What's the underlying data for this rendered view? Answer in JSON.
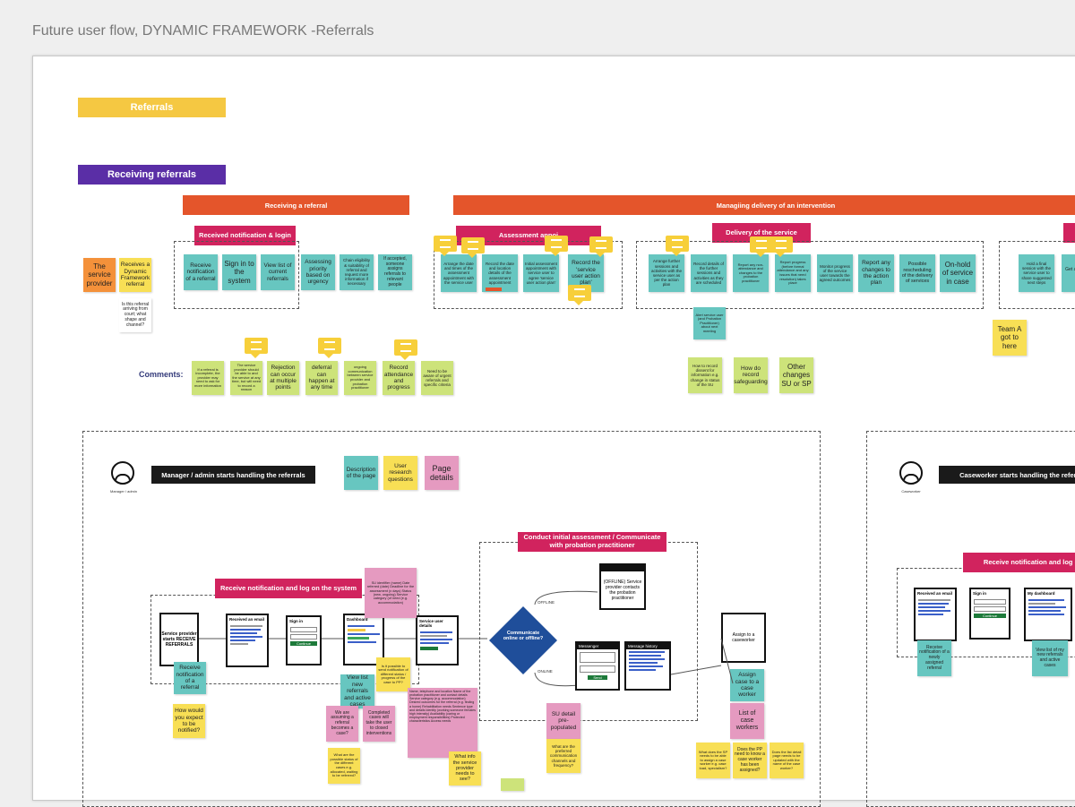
{
  "title": "Future user flow, DYNAMIC FRAMEWORK -Referrals",
  "labels": {
    "referrals": "Referrals",
    "receiving_referrals": "Receiving referrals",
    "receiving_a_referral": "Receiving a referral",
    "managing_delivery": "Managiing delivery of an intervention",
    "received_notification_login": "Received notification & login",
    "assessment_appointment": "Assessment appoi",
    "delivery_of_the_service": "Delivery of the service",
    "comments": "Comments:",
    "manager_starts": "Manager / admin starts handling the referrals",
    "manager_admin": "Manager / admin",
    "caseworker_starts": "Caseworker starts handling the referrals",
    "caseworker": "Caseworker",
    "conduct_initial": "Conduct initial assessment / Communicate with probation practitioner",
    "receive_notification_log_on": "Receive notification and log on the system",
    "receive_notification_log_on_2": "Receive notification and log on the",
    "offline": "OFFLINE",
    "online": "ONLINE"
  },
  "stickies_top": {
    "service_provider": "The service provider",
    "receives_dynamic": "Receives a Dynamic Framework referral",
    "is_this_referral": "Is this referral arriving from court; what shape and channel?",
    "receive_notification": "Receive notification of a referral",
    "sign_in": "Sign in to the system",
    "view_list": "View list of current referrals",
    "assessing_priority": "Assessing priority based on urgency",
    "chain_eligibility": "Chain eligibility & suitability of referral and request more information if necessary",
    "if_accepted": "If accepted, someone assigns referrals to relevant people",
    "arrange_date": "Arrange the date and times of the assessment appointment with the service user",
    "record_date": "Record the date and location details of the assessment appointment",
    "initial_assessment": "Initial assessment appointment with service user to agree 'service user action plan'",
    "record_action_plan": "Record the 'service user action plan'",
    "arrange_further": "Arrange further sessions and activities with the service user as per the action plan",
    "record_details": "Record details of the further sessions and activities as they are scheduled",
    "report_any_non_attendance": "Report any non-attendance and changes to the probation practitioner",
    "report_progress": "Report progress (before formal attendance and any issues that need resolution) takes place",
    "monitor_progress": "Monitor progress of the service user towards the agreed outcomes",
    "report_any_changes": "Report any changes to the action plan",
    "possible_rescheduling": "Possible rescheduling of the delivery of services",
    "on_hold": "On-hold of service in case",
    "hold_final": "Hold a final session with the service user to share suggested next steps",
    "get_end": "Get and of the the",
    "alert_service": "Alert service user (and Probation Practitioner) about next meeting",
    "how_to_record": "How to record dissent for information e.g. change in status of the SU",
    "how_do_record": "How do record safeguarding",
    "other_changes": "Other changes SU or SP",
    "team_a": "Team A got to here"
  },
  "comments_row": {
    "c1": "If a referral is incomplete, the provider may need to ask for more information",
    "c2": "The service provider should be able to and the service at any time, but will need to record a reason",
    "c3": "Rejection can occur at multiple points",
    "c4": "deferral can happen at any time",
    "c5": "ongoing communication between service provider and probation practitioner",
    "c6": "Record attendance and progress",
    "c7": "Need to be aware of urgent referrals and specific criteria"
  },
  "legend": {
    "description": "Description of the page",
    "user_research": "User research questions",
    "page_details": "Page details"
  },
  "flow": {
    "service_provider_starts": "Service provider starts RECEIVE REFERRALS",
    "received_an_email": "Received an email",
    "sign_in": "Sign in",
    "continue": "Continue",
    "dashboard": "Dashboard",
    "service_user_details": "Service user details",
    "communicate": "Communicate online or offline?",
    "offline_box": "(OFFLINE) Service provider contacts the probation practitioner",
    "messenger": "Messenger",
    "message_history": "Message history",
    "send": "Send",
    "assign_caseworker": "Assign to a caseworker",
    "receive_notification": "Receive notification of a referral",
    "how_would_you_expect": "How would you expect to be notified?",
    "view_list_new": "View list new referrals and active cases",
    "is_it_possible": "Is it possible to send notification of different status / progress of the case to PP?",
    "su_identifier": "SU identifier (name) Date referred (date) Deadline for the assessment (x days) Status (new, ongoing) Service category (of need (e.g. accommodation)",
    "we_are_assuming": "We are assuming a referral becomes a case?",
    "completed_cases": "Completed cases will take the user to closed interventions",
    "name_telephone": "Name, telephone and location Name of the probation practitioner and contact details Service category (e.g. accommodation) Desired outcomes for the referral (e.g. finding a home) Rehabilitation needs Sentence type and details Identity (working someone females high intensity) Availability (caring or employment responsibilities) Protected characteristics Access needs",
    "what_are_the_possible": "What are the possible status of the different cases e.g. allocated, waiting to be referred?",
    "su_detail": "SU detail pre-populated",
    "what_are_preferred": "What are the preferred communication channels and frequency?",
    "what_info": "What info the service provider needs to see?",
    "assign_case": "Assign case to a case worker",
    "list_case_workers": "List of case workers",
    "what_does_sp": "What does the SP needs to be able to assign a case worker e.g. case load, specialism?",
    "does_pp_need": "Does the PP need to know a case worker has been assigned?",
    "does_list": "Does the list detail page needs to be updated with the name of the case worker?",
    "received_an_email_2": "Received an email",
    "sign_in_2": "Sign in",
    "continue_2": "Continue",
    "my_dashboard": "My dashboard",
    "receive_notification_newly": "Receive notification of a newly assigned referral",
    "view_list_my_new": "View list of my new referrals and active cases"
  },
  "colors": {
    "teal": "#67c6c0",
    "orange": "#f4913a",
    "yellow": "#f8df55",
    "green": "#cde37a",
    "pink": "#e59ac0",
    "bar_orange": "#e4552b",
    "bar_pink": "#d1235e",
    "purple": "#5a2ea6"
  }
}
